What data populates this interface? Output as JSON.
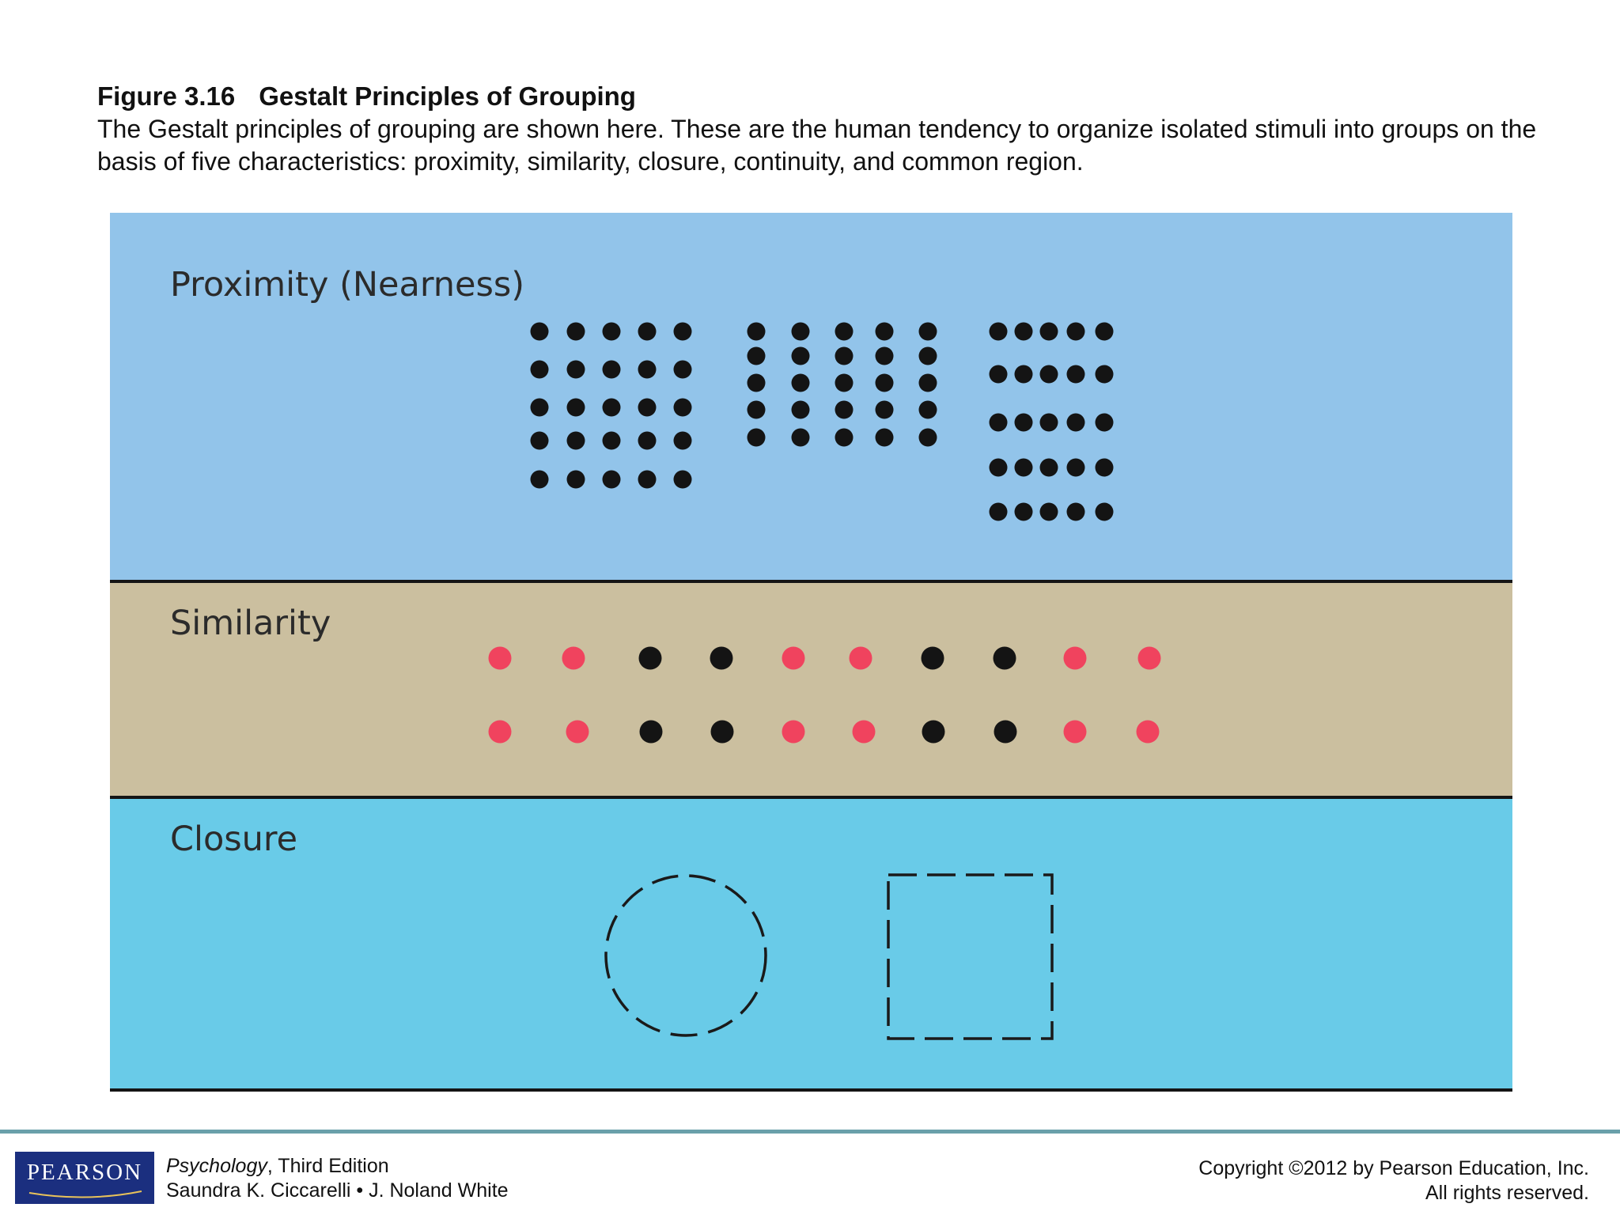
{
  "caption": {
    "figure_number": "Figure 3.16",
    "title": "Gestalt Principles of Grouping",
    "body": "The Gestalt principles of grouping are shown here. These are the human tendency to organize isolated stimuli into groups on the basis of five characteristics: proximity, similarity, closure, continuity, and common region."
  },
  "figure": {
    "panels": [
      {
        "id": "proximity",
        "label": "Proximity (Nearness)",
        "background": "#92c4ea"
      },
      {
        "id": "similarity",
        "label": "Similarity",
        "background": "#cbbf9f"
      },
      {
        "id": "closure",
        "label": "Closure",
        "background": "#69cbe8"
      }
    ],
    "proximity_groups": [
      {
        "arrangement": "evenly spaced grid",
        "rows": 5,
        "columns": 5
      },
      {
        "arrangement": "grouped into columns",
        "rows": 5,
        "columns": 5
      },
      {
        "arrangement": "grouped into rows",
        "rows": 5,
        "columns": 5
      }
    ],
    "similarity_rows": [
      [
        "red",
        "red",
        "black",
        "black",
        "red",
        "red",
        "black",
        "black",
        "red",
        "red"
      ],
      [
        "red",
        "red",
        "black",
        "black",
        "red",
        "red",
        "black",
        "black",
        "red",
        "red"
      ]
    ],
    "closure_shapes": [
      "dashed-circle",
      "dashed-square"
    ],
    "colors": {
      "dot_black": "#141414",
      "dot_red": "#f0435e",
      "divider": "#151515"
    }
  },
  "footer": {
    "publisher_logo": "PEARSON",
    "book_title": "Psychology",
    "book_edition": ", Third Edition",
    "authors": "Saundra K. Ciccarelli • J. Noland White",
    "copyright_line1": "Copyright ©2012 by Pearson Education, Inc.",
    "copyright_line2": "All rights reserved."
  }
}
